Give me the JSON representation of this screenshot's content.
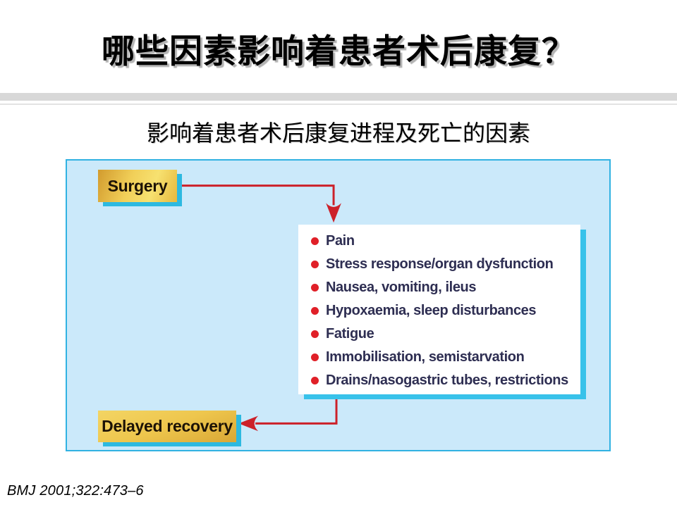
{
  "slide": {
    "title": "哪些因素影响着患者术后康复？",
    "subtitle": "影响着患者术后康复进程及死亡的因素",
    "citation": "BMJ 2001;322:473–6"
  },
  "diagram": {
    "source_box": {
      "label": "Surgery"
    },
    "factors_box": {
      "items": [
        "Pain",
        "Stress response/organ dysfunction",
        "Nausea, vomiting, ileus",
        "Hypoxaemia, sleep disturbances",
        "Fatigue",
        "Immobilisation, semistarvation",
        "Drains/nasogastric tubes, restrictions"
      ],
      "bullet_icon": "red-circle"
    },
    "result_box": {
      "label": "Delayed recovery"
    },
    "arrows": [
      {
        "from": "Surgery",
        "to": "factors-box",
        "direction": "right-then-down"
      },
      {
        "from": "factors-box",
        "to": "Delayed recovery",
        "direction": "down-then-left"
      }
    ],
    "colors": {
      "panel_bg": "#cbe9fa",
      "panel_border": "#31b2e2",
      "arrow_red": "#cc2129",
      "bullet_red": "#e02028",
      "gold_box_light": "#f7e170",
      "gold_box_dark": "#d29b2e",
      "shadow_cyan": "#2db9e0",
      "list_text": "#2e2e52"
    }
  }
}
